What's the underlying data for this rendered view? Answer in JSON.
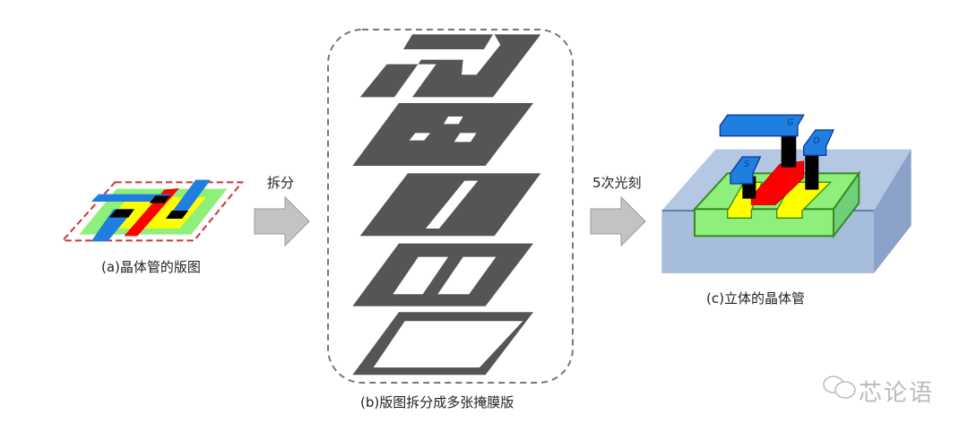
{
  "labels": {
    "split": "拆分",
    "lithography": "5次光刻",
    "caption_a": "(a)晶体管的版图",
    "caption_b": "(b)版图拆分成多张掩膜版",
    "caption_c": "(c)立体的晶体管",
    "watermark": "芯论语"
  },
  "terminals": {
    "gate": "G",
    "source": "S",
    "drain": "D"
  },
  "colors": {
    "mask": "#555555",
    "arrow": "#bfbfbf",
    "substrate": "#a6bddb",
    "well": "#8ef07a",
    "diffusion": "#ffff00",
    "gate": "#ff0000",
    "metal": "#1f7fe0",
    "contact": "#000000",
    "dashed_red": "#d33333"
  }
}
